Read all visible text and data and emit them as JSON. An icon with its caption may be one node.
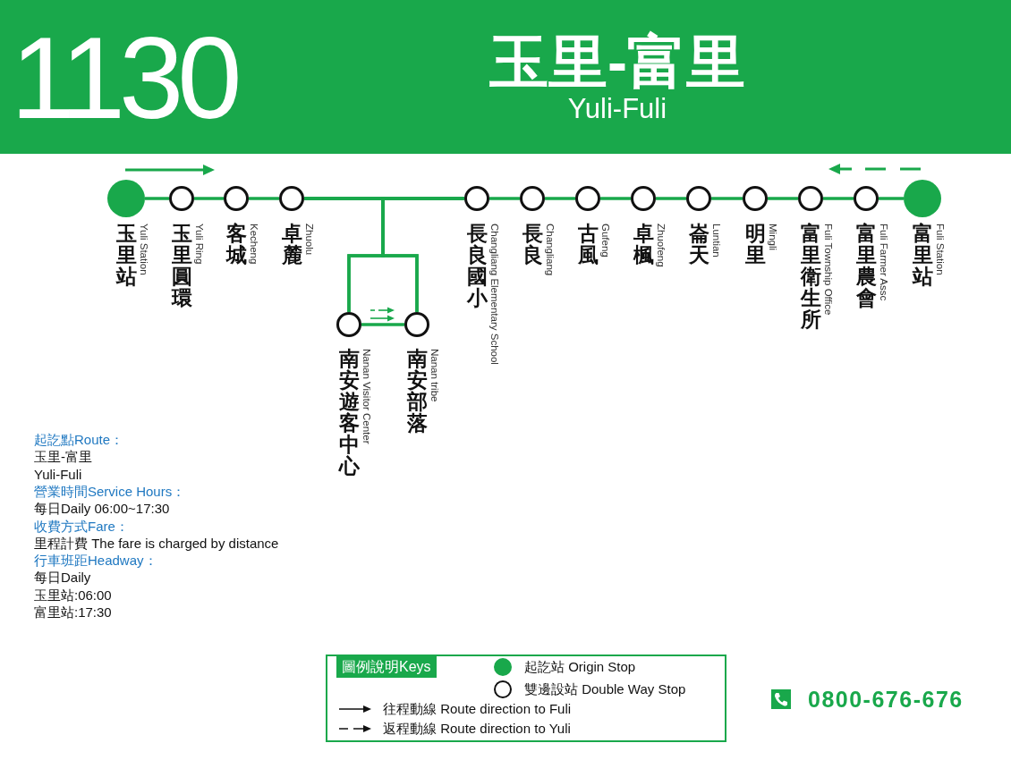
{
  "diagram": {
    "title": "玉里-富里",
    "nodes": [
      {
        "text": [],
        "shape": "circle",
        "beside": [
          "玉里站",
          "Yuli Station"
        ]
      },
      {
        "text": [],
        "shape": "circle",
        "beside": [
          "玉里圓環",
          "Yuli Ring"
        ]
      },
      {
        "text": [],
        "shape": "circle",
        "beside": [
          "客城",
          "Kecheng"
        ]
      },
      {
        "text": [],
        "shape": "circle",
        "beside": [
          "卓麓",
          "Zhuolu"
        ]
      },
      {
        "text": [],
        "shape": "circle",
        "beside": [
          "南安遊客中心",
          "Nanan Visitor Center"
        ]
      },
      {
        "text": [],
        "shape": "circle",
        "beside": [
          "南安部落",
          "Nanan tribe"
        ]
      },
      {
        "text": [],
        "shape": "circle",
        "beside": [
          "長良國小",
          "Changliang Elementary School"
        ]
      },
      {
        "text": [],
        "shape": "circle",
        "beside": [
          "長良",
          "Changliang"
        ]
      },
      {
        "text": [],
        "shape": "circle",
        "beside": [
          "古風",
          "Gufeng"
        ]
      },
      {
        "text": [],
        "shape": "circle",
        "beside": [
          "卓楓",
          "Zhuofeng"
        ]
      },
      {
        "text": [],
        "shape": "circle",
        "beside": [
          "崙天",
          "Luntian"
        ]
      },
      {
        "text": [],
        "shape": "circle",
        "beside": [
          "明里",
          "Mingli"
        ]
      },
      {
        "text": [],
        "shape": "circle",
        "beside": [
          "富里衛生所",
          "Fuli Township Office"
        ]
      },
      {
        "text": [],
        "shape": "circle",
        "beside": [
          "富里農會",
          "Fuli Farmer Assc"
        ]
      },
      {
        "text": [],
        "shape": "circle",
        "beside": [
          "富里站",
          "Fuli Station"
        ]
      }
    ],
    "edges": [
      {
        "from": 0,
        "to": 1,
        "arrow": "none"
      },
      {
        "from": 1,
        "to": 2,
        "arrow": "none"
      },
      {
        "from": 2,
        "to": 3,
        "arrow": "none"
      },
      {
        "from": 3,
        "to": 6,
        "arrow": "none"
      },
      {
        "from": 3,
        "to": 4,
        "arrow": "none"
      },
      {
        "from": 3,
        "to": 5,
        "arrow": "none"
      },
      {
        "from": 6,
        "to": 4,
        "arrow": "none"
      },
      {
        "from": 6,
        "to": 5,
        "arrow": "none"
      },
      {
        "from": 4,
        "to": 5,
        "arrow": "none"
      },
      {
        "from": 6,
        "to": 7,
        "arrow": "none"
      },
      {
        "from": 7,
        "to": 8,
        "arrow": "none"
      },
      {
        "from": 8,
        "to": 9,
        "arrow": "none"
      },
      {
        "from": 9,
        "to": 10,
        "arrow": "none"
      },
      {
        "from": 10,
        "to": 11,
        "arrow": "none"
      },
      {
        "from": 11,
        "to": 12,
        "arrow": "none"
      },
      {
        "from": 12,
        "to": 13,
        "arrow": "none"
      },
      {
        "from": 13,
        "to": 14,
        "arrow": "none"
      }
    ],
    "labels": [
      "1130",
      "Yuli-Fuli",
      "起訖點Route：",
      "玉里-富里",
      "Yuli-Fuli",
      "營業時間Service Hours：",
      "每日Daily 06:00~17:30",
      "收費方式Fare：",
      "里程計費 The fare is charged by distance",
      "行車班距Headway：",
      "每日Daily",
      "玉里站:06:00",
      "富里站:17:30",
      "圖例說明Keys",
      "0800-676-676"
    ],
    "legend": [
      {
        "text": "起訖站 Origin Stop"
      },
      {
        "text": "雙邊設站 Double Way Stop"
      },
      {
        "text": "往程動線 Route direction to Fuli"
      },
      {
        "text": "返程動線 Route direction to Yuli"
      }
    ]
  }
}
